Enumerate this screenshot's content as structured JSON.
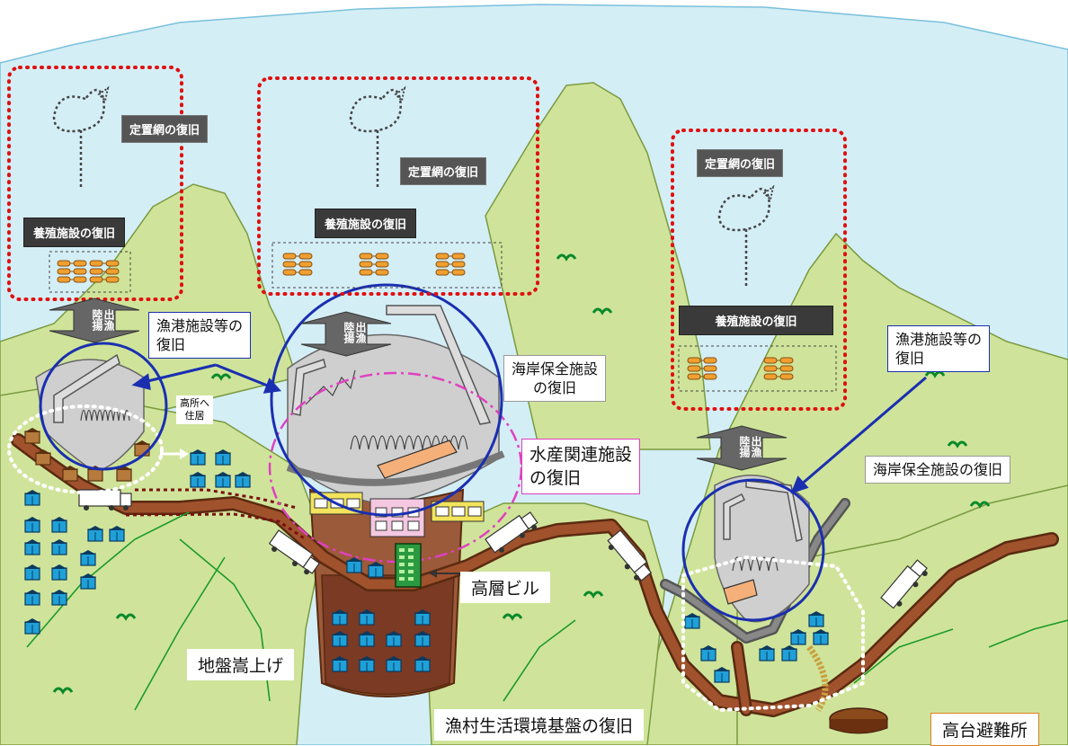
{
  "labels": {
    "teichi_ami": "定置網の復旧",
    "yoshoku": "養殖施設の復旧",
    "gyoko": "漁港施設等の\n復旧",
    "gyoko_left": "漁港施設等の",
    "gyoko_left_2": "復旧",
    "kaigan_center": "海岸保全施設\nの復旧",
    "kaigan_center_1": "海岸保全施設",
    "kaigan_center_2": "の復旧",
    "kaigan_right": "海岸保全施設の復旧",
    "suisan_1": "水産関連施設",
    "suisan_2": "の復旧",
    "koso_biru": "高層ビル",
    "jiban": "地盤嵩上げ",
    "gyoson": "漁村生活環境基盤の復旧",
    "kodai": "高台避難所",
    "kosho_he": "高所へ",
    "jukyo": "住居",
    "rikuage": "陸揚",
    "shutsugyo": "出漁"
  },
  "colors": {
    "sea": "#d4eef6",
    "hill": "#cfe49a",
    "ground": "#9b5a3a",
    "road": "#8b4a2b",
    "circle": "#1a2fb0",
    "red_dot": "#e01010",
    "pink_dash": "#e040c0",
    "house": "#1fa0d8"
  },
  "icons": [
    "fixed-net-icon",
    "aquaculture-raft-icon",
    "truck-icon",
    "house-icon",
    "building-icon",
    "tree-icon",
    "ship-icon"
  ]
}
